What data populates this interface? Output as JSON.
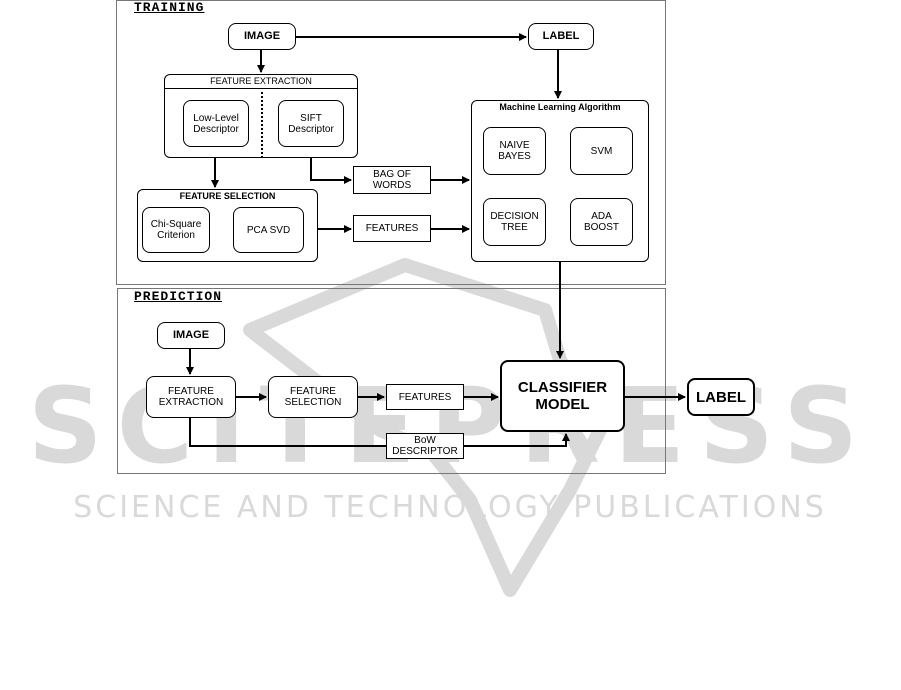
{
  "watermark": {
    "big": "SCITEPRESS",
    "small": "SCIENCE AND TECHNOLOGY PUBLICATIONS",
    "color": "#d9d9d9"
  },
  "training": {
    "title": "TRAINING",
    "image": "IMAGE",
    "label": "LABEL",
    "feature_extraction": {
      "title": "FEATURE EXTRACTION",
      "low_level": "Low-Level\nDescriptor",
      "sift": "SIFT\nDescriptor"
    },
    "feature_selection": {
      "title": "FEATURE SELECTION",
      "chi_square": "Chi-Square\nCriterion",
      "pca": "PCA SVD"
    },
    "bag_of_words": "BAG OF\nWORDS",
    "features": "FEATURES",
    "ml": {
      "title": "Machine Learning Algorithm",
      "naive_bayes": "NAIVE\nBAYES",
      "svm": "SVM",
      "decision_tree": "DECISION\nTREE",
      "ada_boost": "ADA\nBOOST"
    }
  },
  "prediction": {
    "title": "PREDICTION",
    "image": "IMAGE",
    "feature_extraction": "FEATURE\nEXTRACTION",
    "feature_selection": "FEATURE\nSELECTION",
    "features": "FEATURES",
    "bow": "BoW\nDESCRIPTOR",
    "classifier": "CLASSIFIER\nMODEL",
    "label": "LABEL"
  }
}
